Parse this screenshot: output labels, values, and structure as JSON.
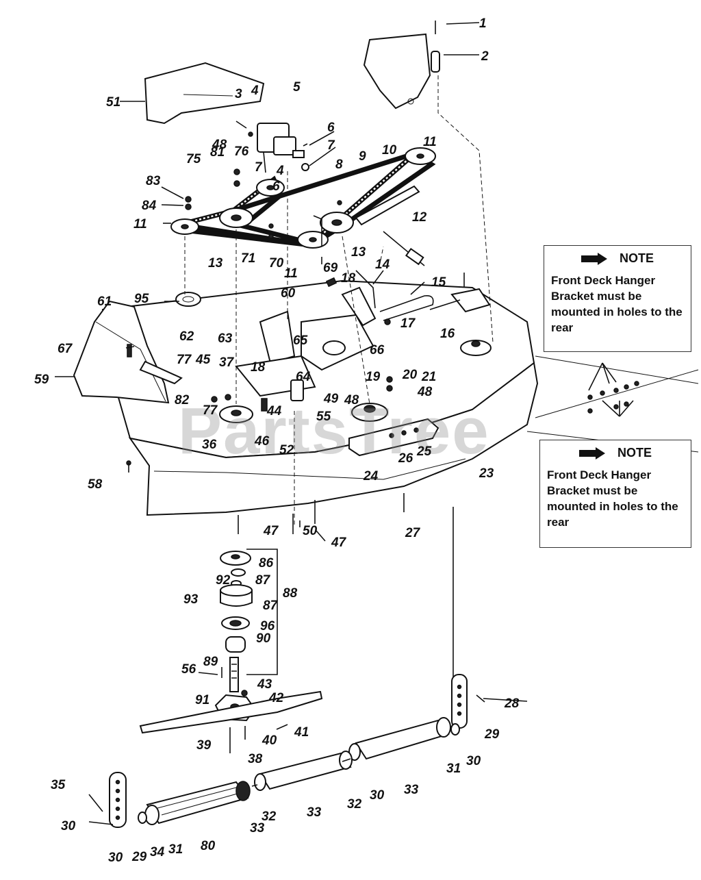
{
  "notes": [
    {
      "title": "NOTE",
      "text": "Front Deck Hanger Bracket must be mounted in holes to the rear"
    },
    {
      "title": "NOTE",
      "text": "Front Deck Hanger Bracket must be mounted in holes to the rear"
    }
  ],
  "watermark": "PartsTree",
  "callouts": [
    "1",
    "2",
    "3",
    "4",
    "5",
    "6",
    "7",
    "51",
    "48",
    "76",
    "7",
    "4",
    "6",
    "83",
    "84",
    "81",
    "75",
    "8",
    "9",
    "10",
    "11",
    "11",
    "13",
    "71",
    "70",
    "11",
    "13",
    "12",
    "69",
    "18",
    "14",
    "15",
    "95",
    "61",
    "67",
    "60",
    "62",
    "63",
    "65",
    "66",
    "17",
    "16",
    "59",
    "77",
    "45",
    "37",
    "18",
    "64",
    "19",
    "20",
    "21",
    "48",
    "82",
    "77",
    "49",
    "48",
    "36",
    "44",
    "55",
    "46",
    "52",
    "58",
    "26",
    "25",
    "24",
    "23",
    "47",
    "50",
    "47",
    "27",
    "86",
    "87",
    "92",
    "88",
    "93",
    "87",
    "96",
    "90",
    "89",
    "56",
    "43",
    "42",
    "91",
    "41",
    "40",
    "39",
    "38",
    "28",
    "29",
    "31",
    "30",
    "35",
    "33",
    "32",
    "30",
    "33",
    "33",
    "30",
    "32",
    "80",
    "30",
    "29",
    "34",
    "31",
    "30",
    "33"
  ]
}
